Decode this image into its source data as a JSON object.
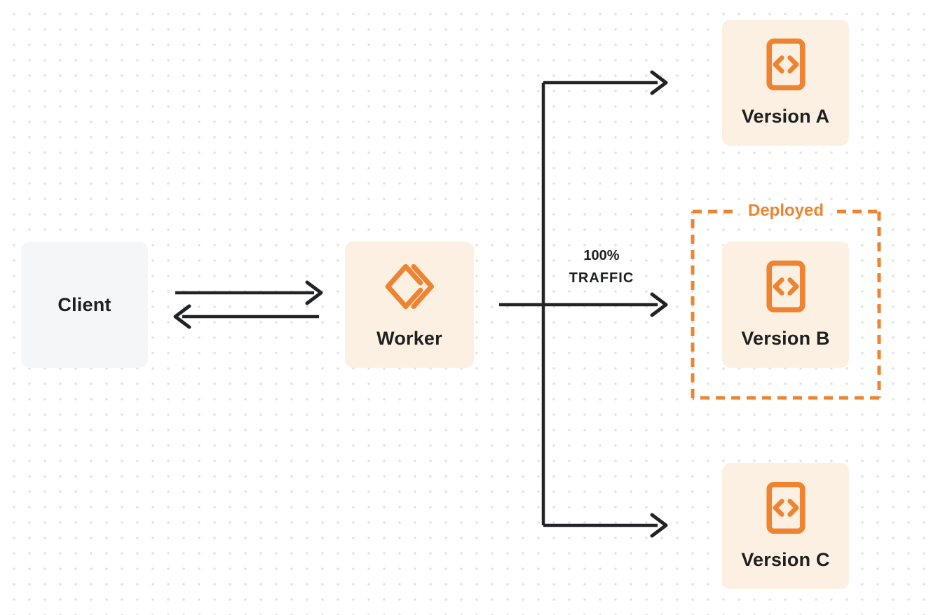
{
  "colors": {
    "accent_orange": "#ee8431",
    "card_cream": "#fbf0e1",
    "card_gray": "#f5f6f7",
    "line_dark": "#222326",
    "text_dark": "#1d1f21",
    "dot_gray": "#e2e2e5",
    "background": "#ffffff"
  },
  "nodes": {
    "client": {
      "label": "Client"
    },
    "worker": {
      "label": "Worker",
      "icon": "worker-double-chevron-icon"
    },
    "versions": [
      {
        "label": "Version A",
        "icon": "code-file-icon"
      },
      {
        "label": "Version B",
        "icon": "code-file-icon",
        "badge": "Deployed"
      },
      {
        "label": "Version C",
        "icon": "code-file-icon"
      }
    ]
  },
  "annotations": {
    "deployed_label": "Deployed",
    "traffic_label": {
      "line1": "100%",
      "line2": "TRAFFIC"
    }
  },
  "edges": [
    {
      "from": "client",
      "to": "worker",
      "type": "arrow-right"
    },
    {
      "from": "worker",
      "to": "client",
      "type": "arrow-left"
    },
    {
      "from": "worker",
      "to": "version-a",
      "type": "elbow-arrow"
    },
    {
      "from": "worker",
      "to": "version-b",
      "type": "arrow",
      "label": "100% TRAFFIC"
    },
    {
      "from": "worker",
      "to": "version-c",
      "type": "elbow-arrow"
    }
  ]
}
